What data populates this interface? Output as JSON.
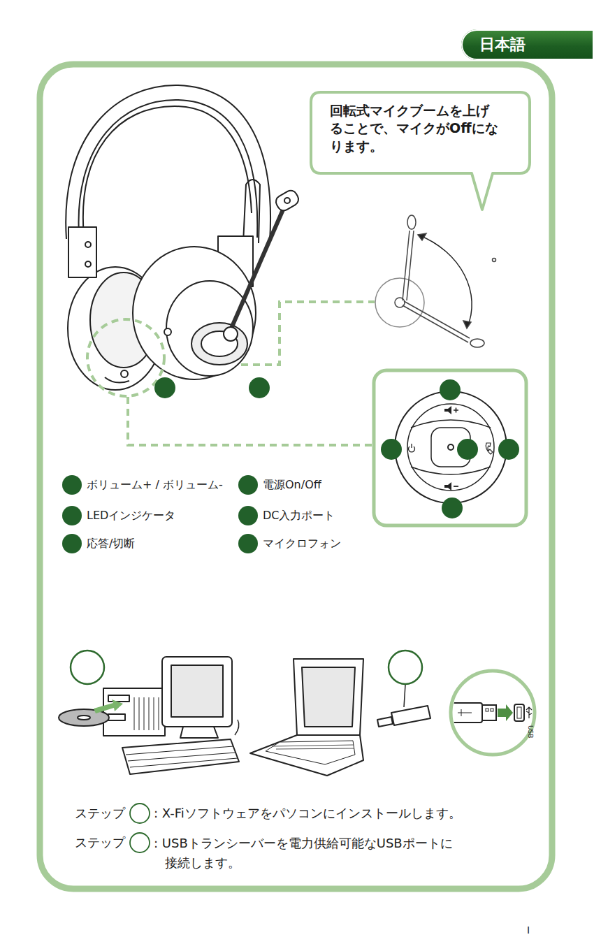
{
  "diagram": {
    "nodes": [
      {
        "text": [
          "日本語"
        ]
      },
      {
        "text": [
          "回転式マイクブームを上げることで、マイクがOffになります。"
        ]
      }
    ],
    "labels": [
      "ステップ",
      ": X-Fiソフトウェアをパソコンにインストールします。",
      "ステップ",
      ": USBトランシーバーを電力供給可能なUSBポートに 接続します。",
      "USB",
      "I"
    ],
    "legend": [
      {
        "text": "ボリューム+ / ボリューム-",
        "color": "#22602a"
      },
      {
        "text": "LEDインジケータ",
        "color": "#22602a"
      },
      {
        "text": "応答/切断",
        "color": "#22602a"
      },
      {
        "text": "電源On/Off",
        "color": "#22602a"
      },
      {
        "text": "DC入力ポート",
        "color": "#22602a"
      },
      {
        "text": "マイクロフォン",
        "color": "#22602a"
      }
    ]
  }
}
